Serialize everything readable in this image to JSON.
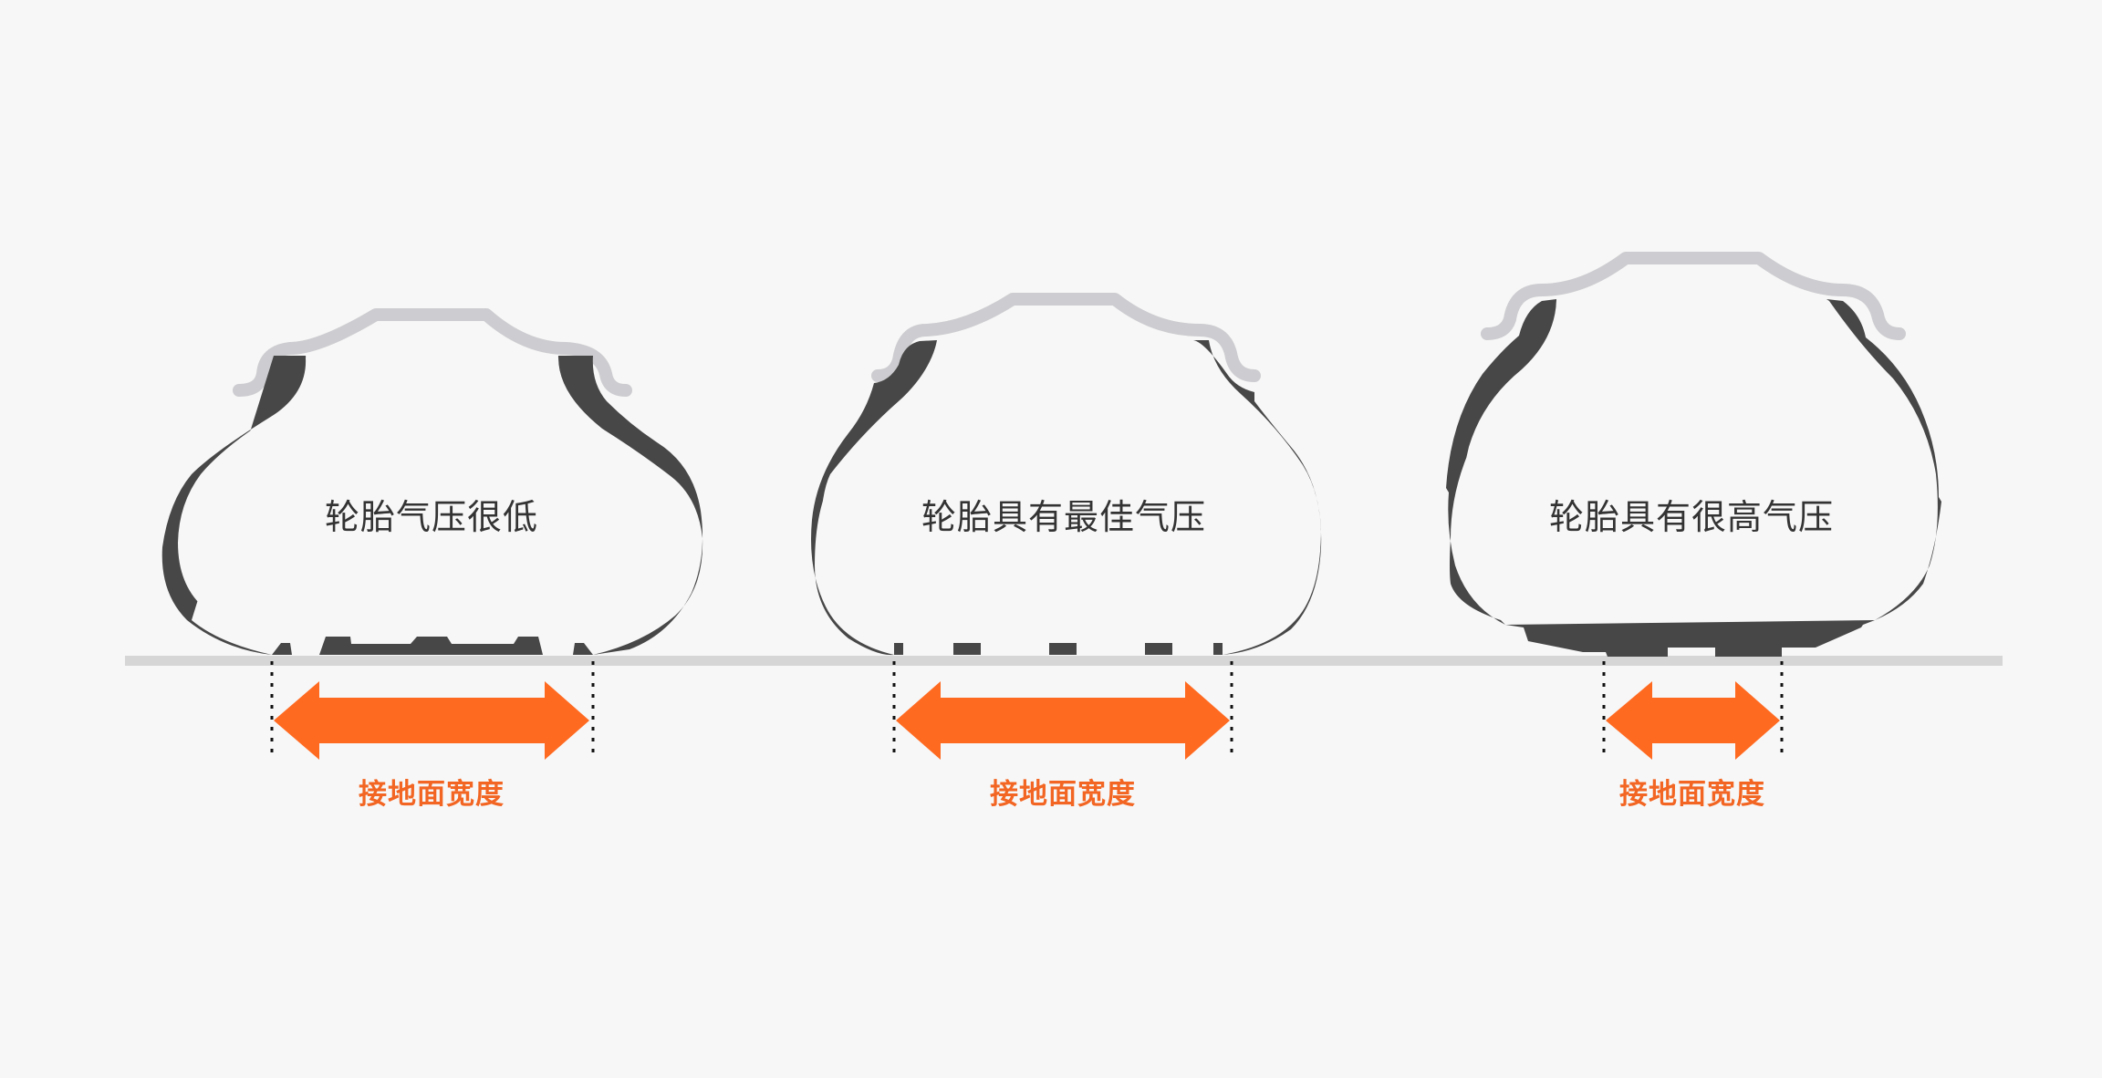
{
  "colors": {
    "background": "#f7f7f7",
    "tire": "#474747",
    "rim": "#cdcdd1",
    "ground": "#d6d6d6",
    "arrow": "#ff6a21",
    "label_text": "#333333",
    "contact_text": "#f26522"
  },
  "tires": [
    {
      "id": "low",
      "label": "轮胎气压很低",
      "contact_label": "接地面宽度"
    },
    {
      "id": "optimal",
      "label": "轮胎具有最佳气压",
      "contact_label": "接地面宽度"
    },
    {
      "id": "high",
      "label": "轮胎具有很高气压",
      "contact_label": "接地面宽度"
    }
  ]
}
